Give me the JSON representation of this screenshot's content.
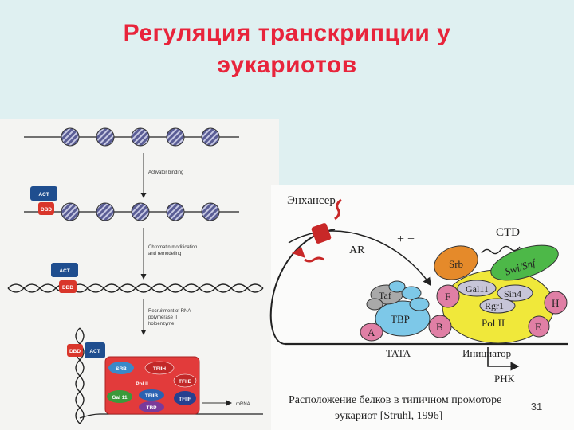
{
  "title": {
    "line1": "Регуляция транскрипции у",
    "line2": "эукариотов"
  },
  "left_diagram": {
    "steps": [
      "Activator binding",
      "Chromatin modification",
      "and remodeling",
      "Recruitment of RNA",
      "polymerase II",
      "holoenzyme"
    ],
    "labels": {
      "act": "ACT",
      "dbd": "DBD",
      "srb": "SRB",
      "tfiih": "TFIIH",
      "tfiie": "TFIIE",
      "pol": "Pol II",
      "gal11": "Gal 11",
      "tfiib": "TFIIB",
      "tfiif": "TFIIF",
      "tbp": "TBP",
      "mrna": "mRNA"
    }
  },
  "right_diagram": {
    "enhancer": "Энхансер",
    "ar": "AR",
    "plus": "+ +",
    "ctd": "CTD",
    "srb": "Srb",
    "swisnf": "Swi/Snf",
    "gal11": "Gal11",
    "sin4": "Sin4",
    "rgr1": "Rgr1",
    "polii": "Pol II",
    "taf": "Taf",
    "tbp": "TBP",
    "f": "F",
    "h": "H",
    "a": "A",
    "b": "B",
    "e": "E",
    "tata": "TATA",
    "initiator": "Инициатор",
    "rna": "РНК",
    "caption_line1": "Расположение белков в типичном промоторе",
    "caption_line2": "эукариот [Struhl, 1996]"
  },
  "page_number": "31"
}
